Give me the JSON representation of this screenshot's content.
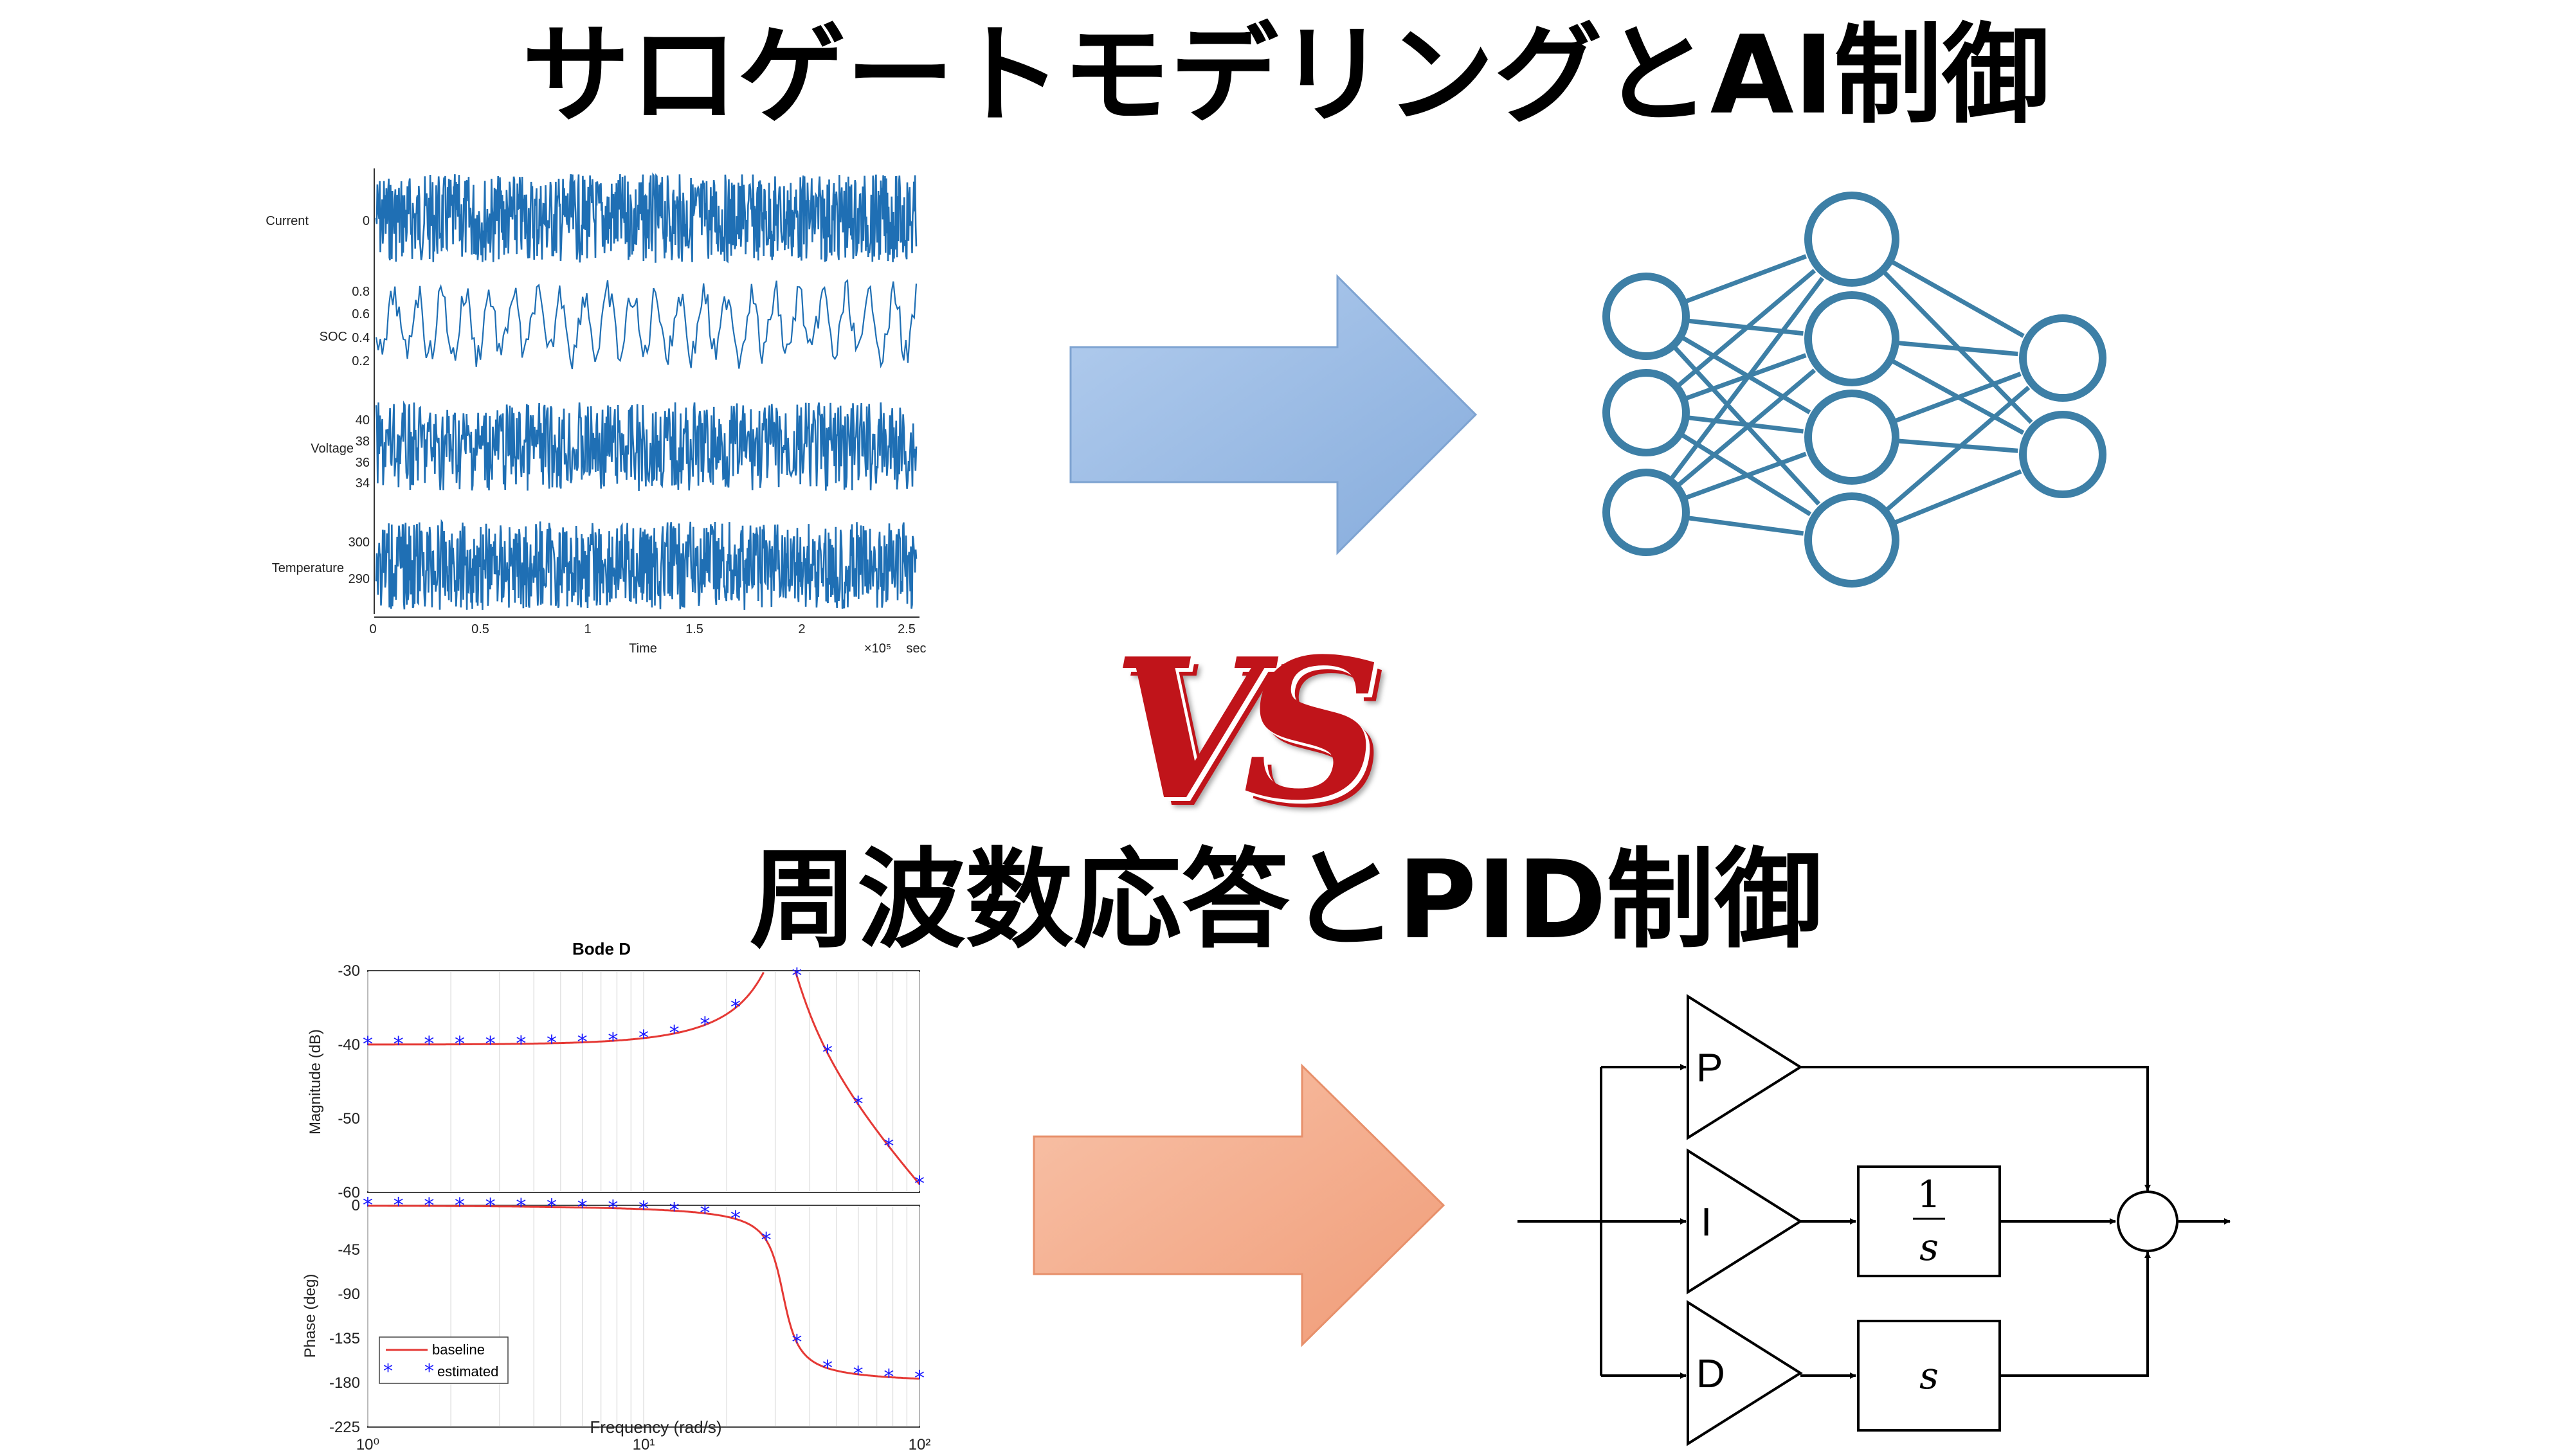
{
  "titles": {
    "top": "サロゲートモデリングとAI制御",
    "bottom": "周波数応答とPID制御",
    "vs": "VS"
  },
  "colors": {
    "signal": "#1f6fb4",
    "arrow_blue": "#9dbde3",
    "arrow_orange": "#f4b092",
    "network": "#3d7fa6",
    "baseline": "#e53935",
    "estimated": "#1a1aff",
    "vs": "#c0141a"
  },
  "timeseries": {
    "signals": [
      {
        "name": "Current",
        "ticks": [
          "0"
        ]
      },
      {
        "name": "SOC",
        "ticks": [
          "0.8",
          "0.6",
          "0.4",
          "0.2"
        ]
      },
      {
        "name": "Voltage",
        "ticks": [
          "40",
          "38",
          "36",
          "34"
        ]
      },
      {
        "name": "Temperature",
        "ticks": [
          "300",
          "290"
        ]
      }
    ],
    "x_ticks": [
      "0",
      "0.5",
      "1",
      "1.5",
      "2",
      "2.5"
    ],
    "x_label": "Time",
    "x_scale": "×10⁵",
    "x_unit": "sec"
  },
  "bode": {
    "title": "Bode D",
    "magnitude_ylabel": "Magnitude (dB)",
    "magnitude_ticks": [
      "-30",
      "-40",
      "-50",
      "-60"
    ],
    "phase_ylabel": "Phase (deg)",
    "phase_ticks": [
      "0",
      "-45",
      "-90",
      "-135",
      "-180",
      "-225"
    ],
    "x_label": "Frequency  (rad/s)",
    "x_ticks": [
      "10⁰",
      "10¹",
      "10²"
    ],
    "legend": [
      {
        "label": "baseline",
        "style": "line"
      },
      {
        "label": "estimated",
        "style": "star"
      }
    ]
  },
  "pid": {
    "blocks": {
      "p": "P",
      "i": "I",
      "d": "D",
      "integrator_num": "1",
      "integrator_den": "s",
      "derivative": "s"
    }
  }
}
